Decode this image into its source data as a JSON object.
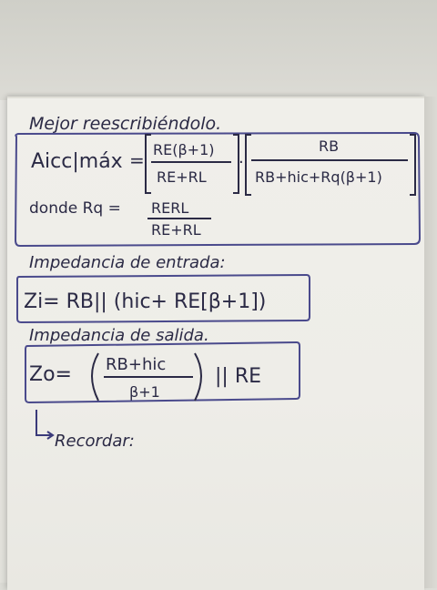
{
  "note": {
    "heading": "Mejor reescribiéndolo.",
    "gain_label": "Aicc|máx",
    "eq": "=",
    "frac1_num": "RE(β+1)",
    "frac1_den": "RE+RL",
    "dot": "·",
    "frac2_num": "RB",
    "frac2_den": "RB+hic+Rq(β+1)",
    "donde_text": "donde Rq =",
    "rq_num": "RERL",
    "rq_den": "RE+RL",
    "entrada_heading": "Impedancia de entrada:",
    "zi_formula": "Zi= RB|| (hic+ RE[β+1])",
    "salida_heading": "Impedancia de salida.",
    "zo_lhs": "Zo=",
    "zo_num": "RB+hic",
    "zo_den": "β+1",
    "zo_rhs": "|| RE",
    "recordar": "Recordar:"
  },
  "colors": {
    "ink": "#2b2a45",
    "box": "#4a4a8c",
    "card": "#eeede8"
  }
}
